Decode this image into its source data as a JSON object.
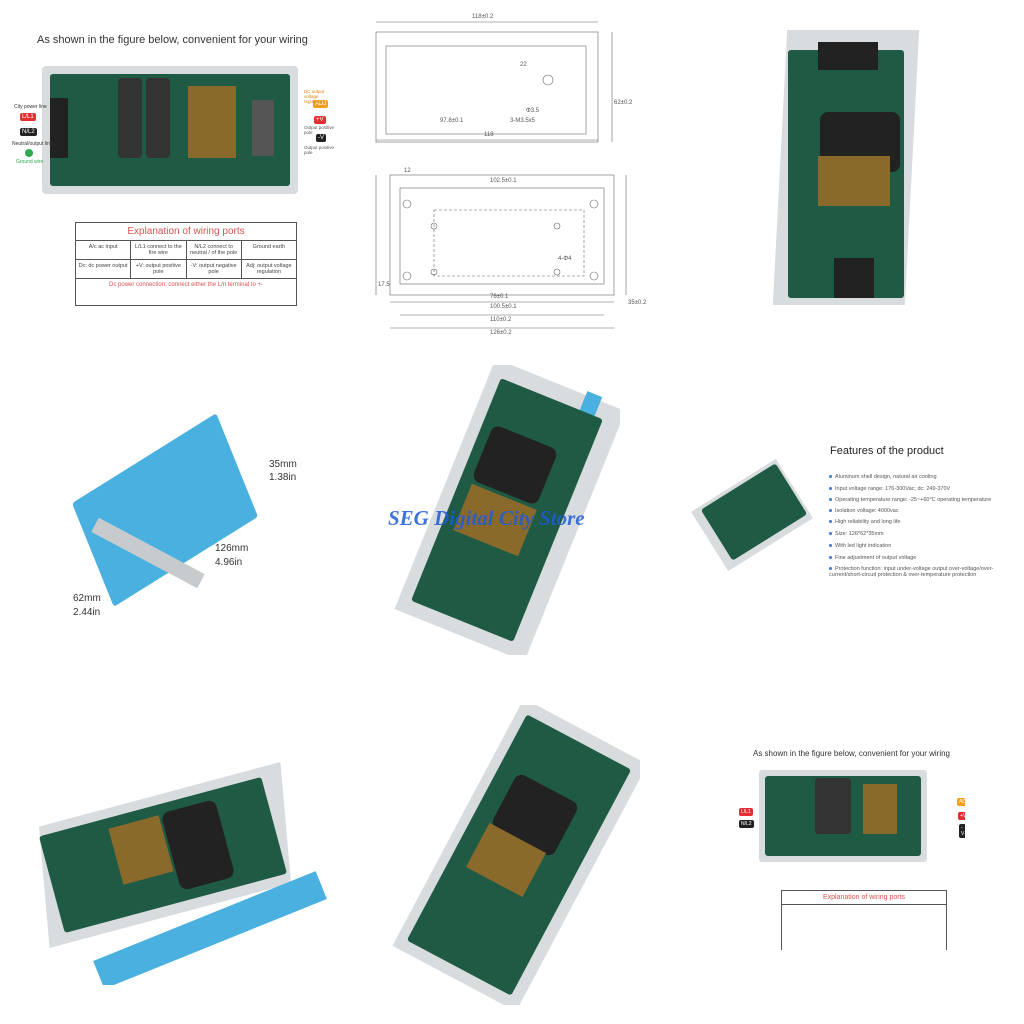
{
  "top_left": {
    "caption": "As shown in the figure below, convenient for your wiring",
    "labels": {
      "city_power": "City power line",
      "l1": "L/L1",
      "n2": "N/L2",
      "neutral": "Neutral/output line",
      "ground": "Ground wire",
      "adj": "ADJ",
      "adj_note": "DC output voltage regulation",
      "plus_v": "+V",
      "plus_note": "Output positive pole",
      "minus_v": "-V",
      "minus_note": "Output positive pole"
    },
    "table": {
      "title": "Explanation of wiring ports",
      "rows": [
        [
          "A/c ac input",
          "L/L1 connect to the fire wire",
          "N/L2 connect to neutral / of the pole",
          "Ground earth"
        ],
        [
          "Dc: dc power output",
          "+V: output positive pole",
          "-V: output negative pole",
          "Adj: output voltage regulation"
        ]
      ],
      "footer": "Dc power connection: connect either the L/n terminal to +-"
    }
  },
  "drawing": {
    "top_dims": [
      "118±0.2",
      "97.8±0.1",
      "118",
      "Φ3.5",
      "3-M3.5x5",
      "22",
      "62±0.2"
    ],
    "bottom_dims": [
      "102.5±0.1",
      "126±0.2",
      "110±0.2",
      "100.5±0.1",
      "76±0.1",
      "12",
      "4-Φ4",
      "17.5",
      "35±0.2"
    ]
  },
  "size_photo": {
    "height_mm": "35mm",
    "height_in": "1.38in",
    "length_mm": "126mm",
    "length_in": "4.96in",
    "width_mm": "62mm",
    "width_in": "2.44in"
  },
  "watermark": "SEG Digital City Store",
  "features": {
    "title": "Features of the product",
    "items": [
      "Aluminum shell design, natural air cooling",
      "Input voltage range: 176-300Vac; dc: 249-370V",
      "Operating temperature range: -25~+60°C operating temperature",
      "Isolation voltage: 4000vac",
      "High reliability and long life",
      "Size: 126*62*35mm",
      "With led light indication",
      "Fine adjustment of output voltage",
      "Protection function: input under-voltage output over-voltage/over-current/short-circuit protection & over-temperature protection"
    ]
  },
  "bottom_right": {
    "caption": "As shown in the figure below, convenient for your wiring",
    "table_title": "Explanation of wiring ports"
  },
  "colors": {
    "accent_red": "#e03030",
    "shell_blue": "#4ab0e0",
    "pcb_green": "#1f5a44",
    "watermark_blue": "#1e5bd6"
  }
}
